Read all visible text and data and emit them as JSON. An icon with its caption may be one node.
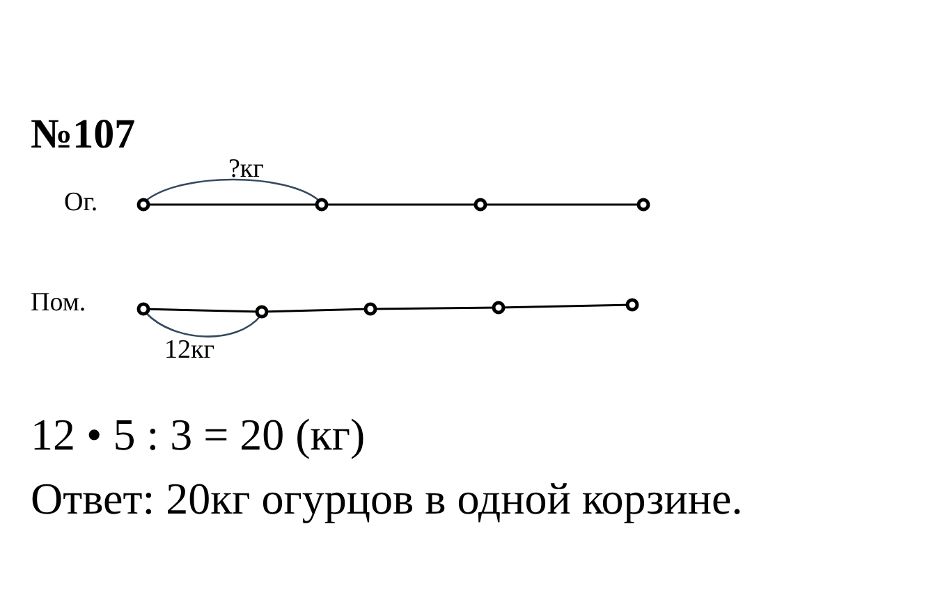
{
  "diagram": {
    "title": "№107",
    "labels": [
      "Ог.",
      "?кг",
      "Пом.",
      "12кг",
      "12 • 5 : 3 = 20 (кг)",
      "Ответ: 20кг огурцов в одной корзине."
    ]
  }
}
